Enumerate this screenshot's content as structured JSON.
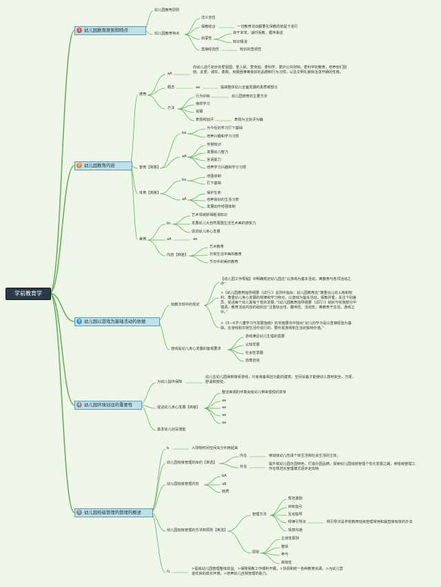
{
  "title": "学前教育学",
  "colors": {
    "bg": "#eef6e8",
    "line": "#64ae5a",
    "main_fill": "#bfe0e8",
    "main_border": "#5a9ab0",
    "root_fill": "#2b3a4a"
  },
  "b1": {
    "label": "幼儿园教育原则和特点",
    "badge": "1",
    "badge_color": "#e05252",
    "n1": "幼儿园教育原则",
    "n2": "幼儿园教育特点",
    "f1": "非义务性",
    "f2": "保教结合",
    "f2d": "一切教育活动都要在保教的前提下进行",
    "f3": "启蒙性",
    "f3a": "启于未发，适时而教，循序渐进",
    "f3b": "知识粗浅",
    "f4": "直接经验性",
    "f4d": "知识的直观性"
  },
  "b2": {
    "label": "幼儿园教育内容",
    "badge": "2",
    "badge_color": "#f08a2a",
    "de": "德育",
    "de_aA": "aA",
    "de_aA_d": "向幼儿进行初步的爱祖国、爱人民、爱劳动、爱科学、爱护公共财物，爱科学的教育，培养他们团结、友爱、诚实、勇敢、克服困难等良好的品德和行为习惯，以及文明礼貌和活泼开朗的性格。",
    "gainian": "概念",
    "gn_ae": "ae",
    "gn_ae_d": "提高整体幼儿全面发展的素质或部分",
    "fangfa": "方法",
    "ff1": "行为训练",
    "ff1d": "幼儿园德育的主要方法",
    "ff2": "榜样学习",
    "ff3": "说服",
    "ff4": "表扬和批评",
    "ff4d": "表扬为主批评为辅",
    "zhi": "智育【简答】",
    "zhi_be": "be",
    "zhi_b1": "为今后的学习打下基础",
    "zhi_b2": "培养兴趣和学习习惯",
    "zhi_aA": "aA",
    "zhi_a1": "传授知识",
    "zhi_a2": "发展幼儿智力",
    "zhi_a3": "言语能力",
    "zhi_a4": "培养学习兴趣和学习习惯",
    "ti": "体育【简答】",
    "ti_be": "be",
    "ti_b1": "增强体制",
    "ti_b2": "打下基础",
    "ti_aA": "aA",
    "ti_a1": "保护生命",
    "ti_a2": "培养良好的生活习惯",
    "ti_a3": "发展动作增强体制",
    "mei": "美育",
    "mei_bc": "bc",
    "mei_b1": "艺术领域获得粗浅知识",
    "mei_b2": "发展幼儿大自然周围生活艺术美的感受力",
    "mei_b3": "促进幼儿身心发展",
    "mei_aA": "aA",
    "mei_ae": "ae",
    "mei_nr": "内容【简答】",
    "mei_n1": "艺术教育",
    "mei_n2": "日常生活中美的教育",
    "mei_n3": "节日中的美的教育"
  },
  "b3": {
    "label": "幼儿园以游戏为基础活动的依据",
    "badge": "3",
    "badge_color": "#3f95cf",
    "n1": "如教法规中的规定",
    "p1": "【幼儿园工作规程】中明确规定幼儿园应“以游戏为基本活动，寓教育与各项活动之中”",
    "p2": ">《幼儿园教育指导纲要（试行）》总则中指出：幼儿园教育应“尊重幼儿的人格和权利，尊重幼儿身心发展的规律和学习特点，以游戏为基本活动，保教并重，关注个别差异，促进每个幼儿富有个性的发展。”《幼儿园教育指导纲要（试行）》组织与实施部分中强调，教育活动内容的组织应“注重综合性、趣味性、活动性，寓教育于生活、游戏之中。”",
    "p3": ">《3—6岁儿童学习与发展指南》的实施要点中指出“幼儿的学习是以直接经验为基础，在游戏和日常生活中进行的，要珍视游戏和生活的独特价值。”",
    "n2": "游戏是幼儿身心发展的客观要求",
    "g1": "游戏满足幼儿生理的需要",
    "g2": "认知发展",
    "g3": "社会性发展",
    "g4": "自尊自信"
  },
  "b4": {
    "label": "幼儿园环境创设的重要性",
    "badge": "4",
    "badge_color": "#8a8a8a",
    "n1": "为幼儿提供保障",
    "n1d": "幼儿在幼儿园得到接受游戏，只有良备相应功能的建筑、空间设备才能使幼儿感到安全、方便、舒适和愉悦。",
    "n2": "促进幼儿身心发展【简答】",
    "n2a": "整洁美观的环境会给幼儿带来愉悦的享受",
    "n2b": "ae",
    "n2c": "ae",
    "n2d": "ae",
    "n2e": "ae",
    "n3": "激发幼儿创设潜能"
  },
  "b5": {
    "label": "幼儿园班级管理的管理的概述",
    "badge": "5",
    "badge_color": "#8a8a8a",
    "n1": "b",
    "n1d": "人财物时间空间充分利用起来",
    "n2": "幼儿园班级管理的目的【单选】",
    "n2a": "内在",
    "n2ad": "使班级幼儿形成个体生活和社会生活的主体。",
    "n2b": "外在",
    "n2bd": "提升或幼儿园办园特色，打造办园品牌。探索幼儿园班级管理个性化发展之路，使班级管理工作在规范化管理模式逐步走向特",
    "n3": "幼儿园班级管理内容",
    "n3a": "bA",
    "n3b": "aB",
    "n3c": "物质",
    "n4": "幼儿园班级管理的方法和原则【单选】",
    "m": "管理方法",
    "m1": "规范激励",
    "m2": "目标指引",
    "m3": "互动指导",
    "m4": "倾律引导法",
    "m4d": "倾引导法是学前教育班级管理常用和最直接有效的办法",
    "m5": "情感沟通",
    "y": "原则",
    "y1": "主体性原则",
    "y2": "整体",
    "y3": "参与",
    "y4": "高效性",
    "n5": "fs",
    "n5d": ">提高幼儿园管理整体效益。>保障保教工作顺利开展。>协调和统一各种教育资源。>为幼儿营造优良的成长环境。>培养幼儿自我管理的能力。"
  }
}
